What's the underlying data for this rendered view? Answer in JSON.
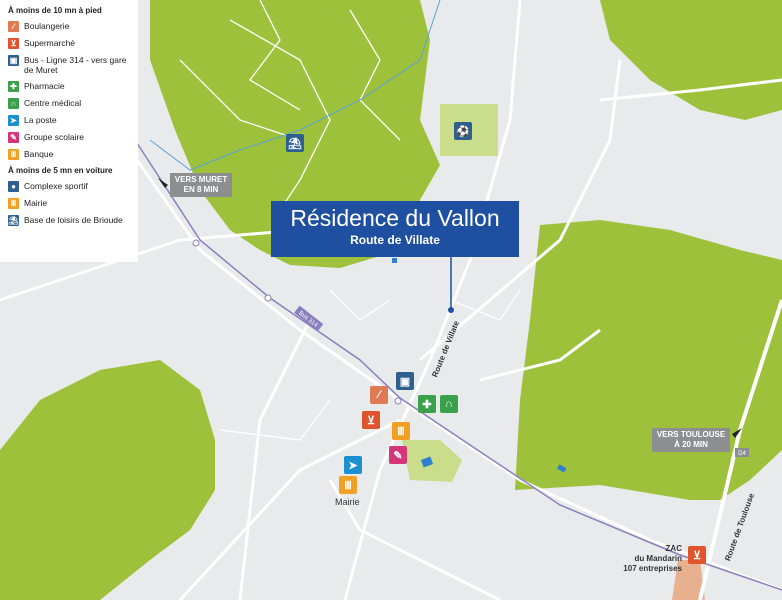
{
  "legend": {
    "section_walk": "À moins de 10 mn à pied",
    "section_car": "À moins de 5 mn en voiture",
    "walk_items": [
      {
        "label": "Boulangerie",
        "icon": "bread-icon",
        "color": "#e07a55"
      },
      {
        "label": "Supermarché",
        "icon": "cart-icon",
        "color": "#e0532c"
      },
      {
        "label": "Bus - Ligne 314 - vers gare de Muret",
        "icon": "bus-icon",
        "color": "#2f5f8f"
      },
      {
        "label": "Pharmacie",
        "icon": "pharmacy-cross-icon",
        "color": "#3aa04a"
      },
      {
        "label": "Centre médical",
        "icon": "stethoscope-icon",
        "color": "#3aa04a"
      },
      {
        "label": "La poste",
        "icon": "post-icon",
        "color": "#1c8fd0"
      },
      {
        "label": "Groupe scolaire",
        "icon": "pencil-icon",
        "color": "#d6357a"
      },
      {
        "label": "Banque",
        "icon": "bank-icon",
        "color": "#f0a025"
      }
    ],
    "car_items": [
      {
        "label": "Complexe sportif",
        "icon": "ball-icon",
        "color": "#2f5f8f"
      },
      {
        "label": "Mairie",
        "icon": "townhall-icon",
        "color": "#f0a025"
      },
      {
        "label": "Base de loisirs de Brioude",
        "icon": "leisure-icon",
        "color": "#2f5f8f"
      }
    ]
  },
  "title": {
    "name": "Résidence du Vallon",
    "road": "Route de Villate"
  },
  "directions": {
    "muret": [
      "VERS MURET",
      "EN 8 MIN"
    ],
    "toulouse": [
      "VERS TOULOUSE",
      "À 20 MIN"
    ]
  },
  "labels": {
    "bus_line": "Bus 314",
    "route_villate": "Route de Villate",
    "route_toulouse": "Route de Toulouse",
    "d4": "D4",
    "mairie": "Mairie",
    "zac": [
      "ZAC",
      "du Mandarin",
      "107 entreprises"
    ]
  },
  "colors": {
    "green": "#9dc13a",
    "title_blue": "#1f4fa0",
    "road": "#ffffff",
    "background": "#e9eaec"
  }
}
